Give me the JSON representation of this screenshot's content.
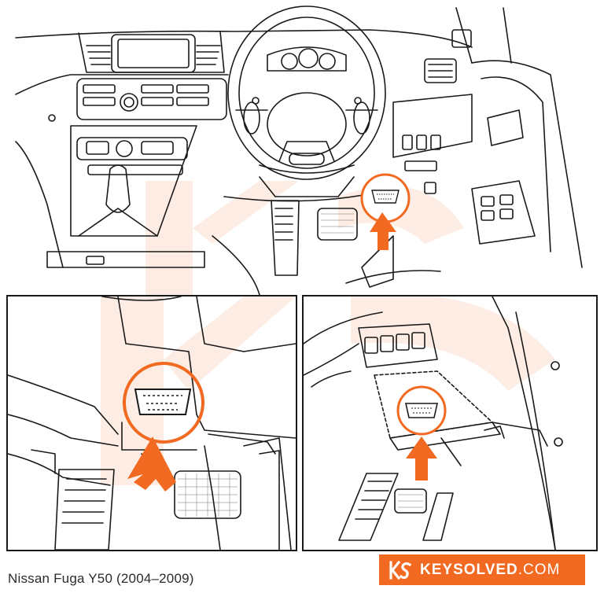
{
  "caption": {
    "vehicle": "Nissan Fuga Y50 (2004–2009)"
  },
  "brand": {
    "name": "KEYSOLVED",
    "tld": ".COM",
    "logo_mark": "KS",
    "color": "#f26a21"
  },
  "accent_color": "#f26a21",
  "watermark_letters": "KS"
}
